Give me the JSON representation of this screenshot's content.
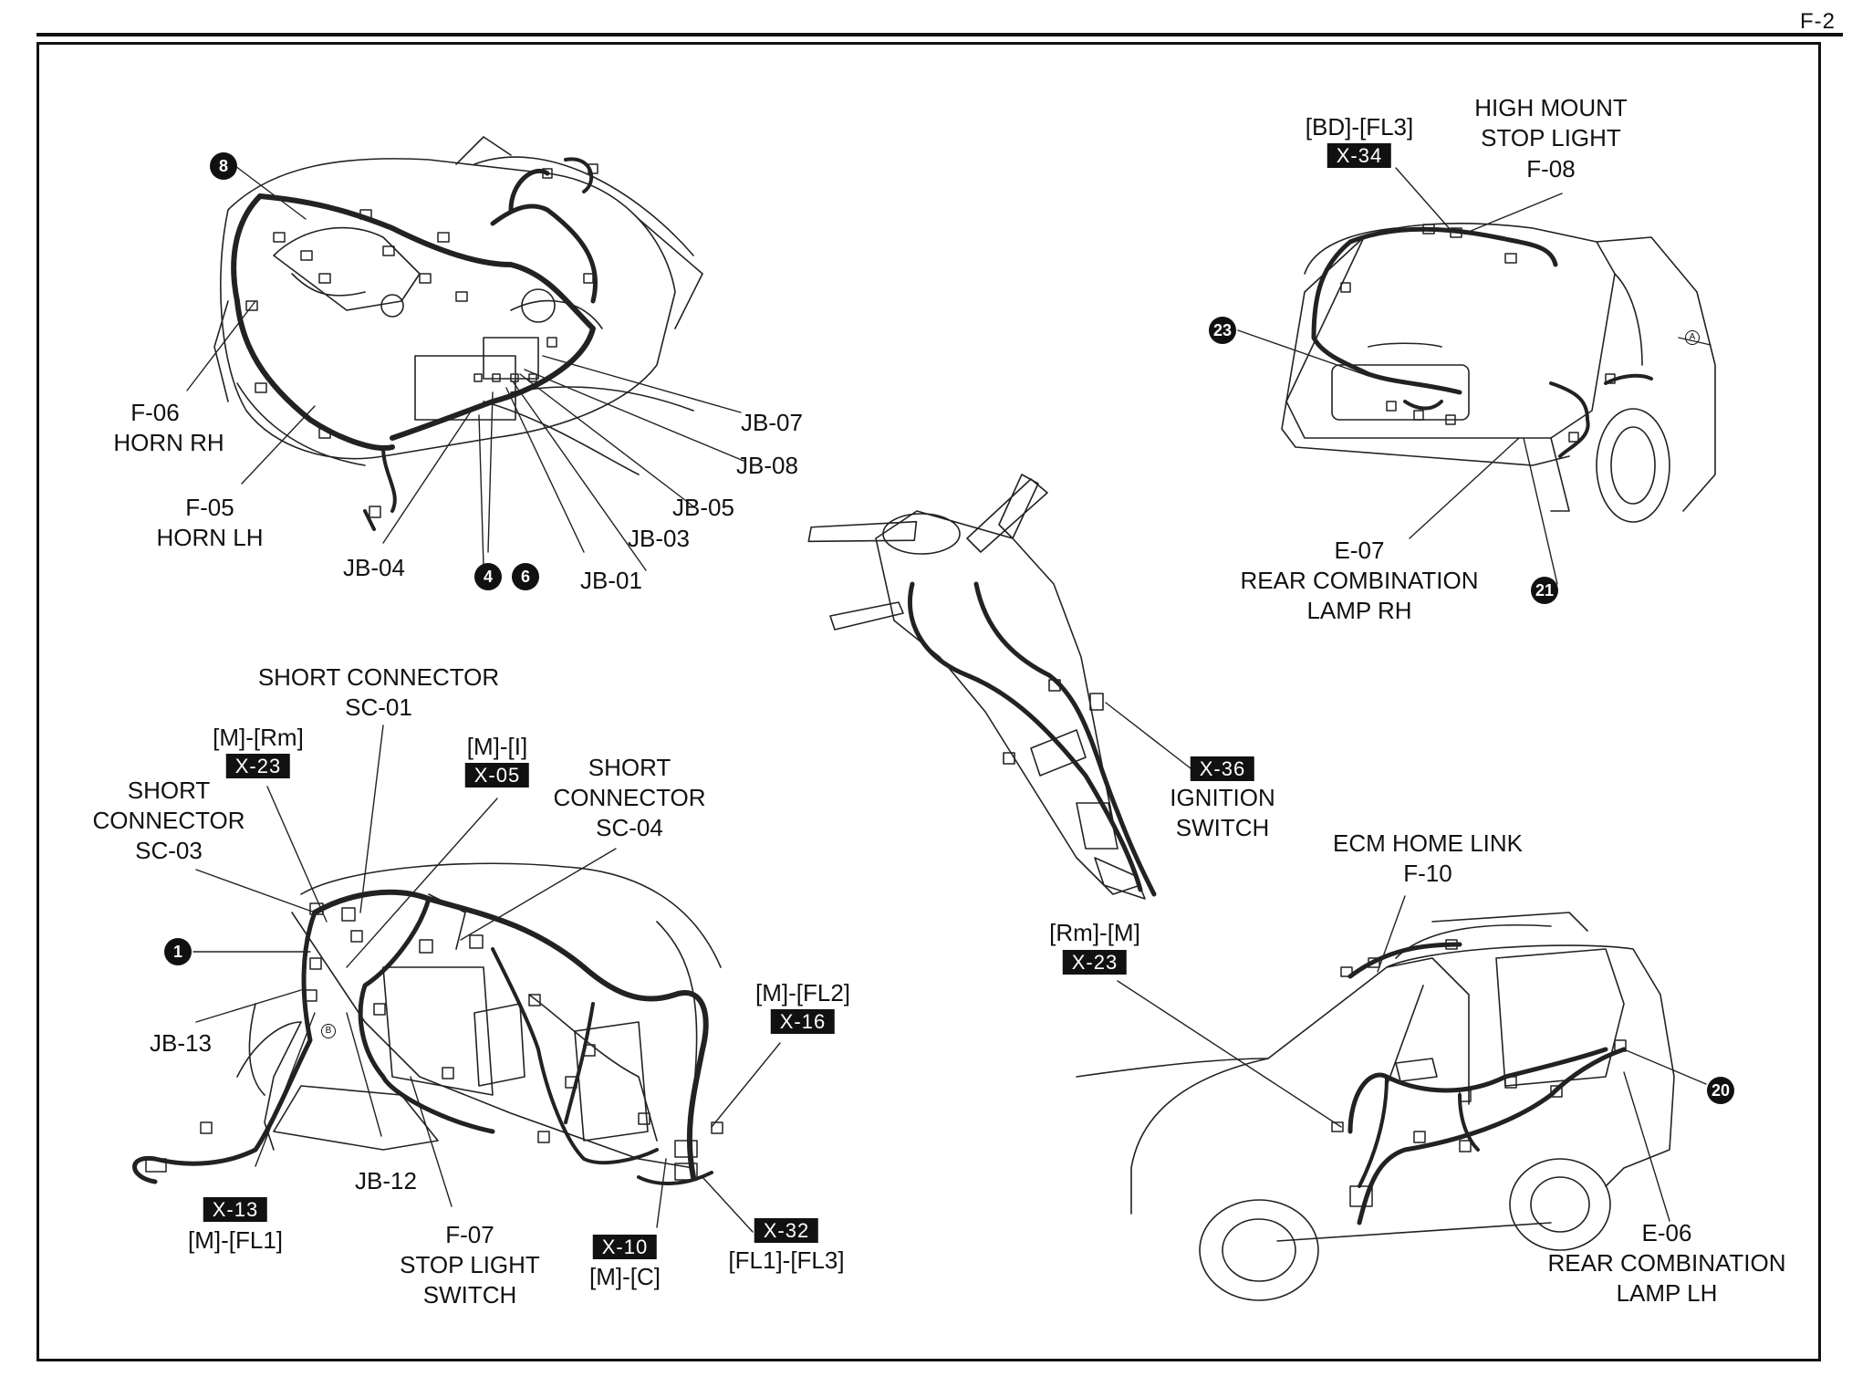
{
  "page_number": "F-2",
  "labels": {
    "f06": "F-06",
    "horn_rh": "HORN RH",
    "f05": "F-05",
    "horn_lh": "HORN LH",
    "jb04": "JB-04",
    "jb01": "JB-01",
    "jb03": "JB-03",
    "jb05": "JB-05",
    "jb07": "JB-07",
    "jb08": "JB-08",
    "bd_fl3": "[BD]-[FL3]",
    "x34": "X-34",
    "hmsl_1": "HIGH MOUNT",
    "hmsl_2": "STOP LIGHT",
    "f08": "F-08",
    "e07": "E-07",
    "rcl_rh_1": "REAR COMBINATION",
    "rcl_rh_2": "LAMP RH",
    "x36": "X-36",
    "ign_1": "IGNITION",
    "ign_2": "SWITCH",
    "sc01_1": "SHORT CONNECTOR",
    "sc01_2": "SC-01",
    "m_rm": "[M]-[Rm]",
    "x23a": "X-23",
    "m_i": "[M]-[I]",
    "x05": "X-05",
    "sc04_1": "SHORT",
    "sc04_2": "CONNECTOR",
    "sc04_3": "SC-04",
    "sc03_1": "SHORT",
    "sc03_2": "CONNECTOR",
    "sc03_3": "SC-03",
    "jb13": "JB-13",
    "jb12": "JB-12",
    "x13": "X-13",
    "m_fl1": "[M]-[FL1]",
    "f07": "F-07",
    "sls_1": "STOP LIGHT",
    "sls_2": "SWITCH",
    "x10": "X-10",
    "m_c": "[M]-[C]",
    "m_fl2": "[M]-[FL2]",
    "x16": "X-16",
    "x32": "X-32",
    "fl1_fl3": "[FL1]-[FL3]",
    "ecm_1": "ECM HOME LINK",
    "f10": "F-10",
    "rm_m": "[Rm]-[M]",
    "x23b": "X-23",
    "e06": "E-06",
    "rcl_lh_1": "REAR COMBINATION",
    "rcl_lh_2": "LAMP LH"
  },
  "markers": {
    "m8": "8",
    "m4": "4",
    "m6": "6",
    "m23": "23",
    "m21": "21",
    "m1": "1",
    "m20": "20",
    "circ_a": "A",
    "circ_b": "B"
  }
}
